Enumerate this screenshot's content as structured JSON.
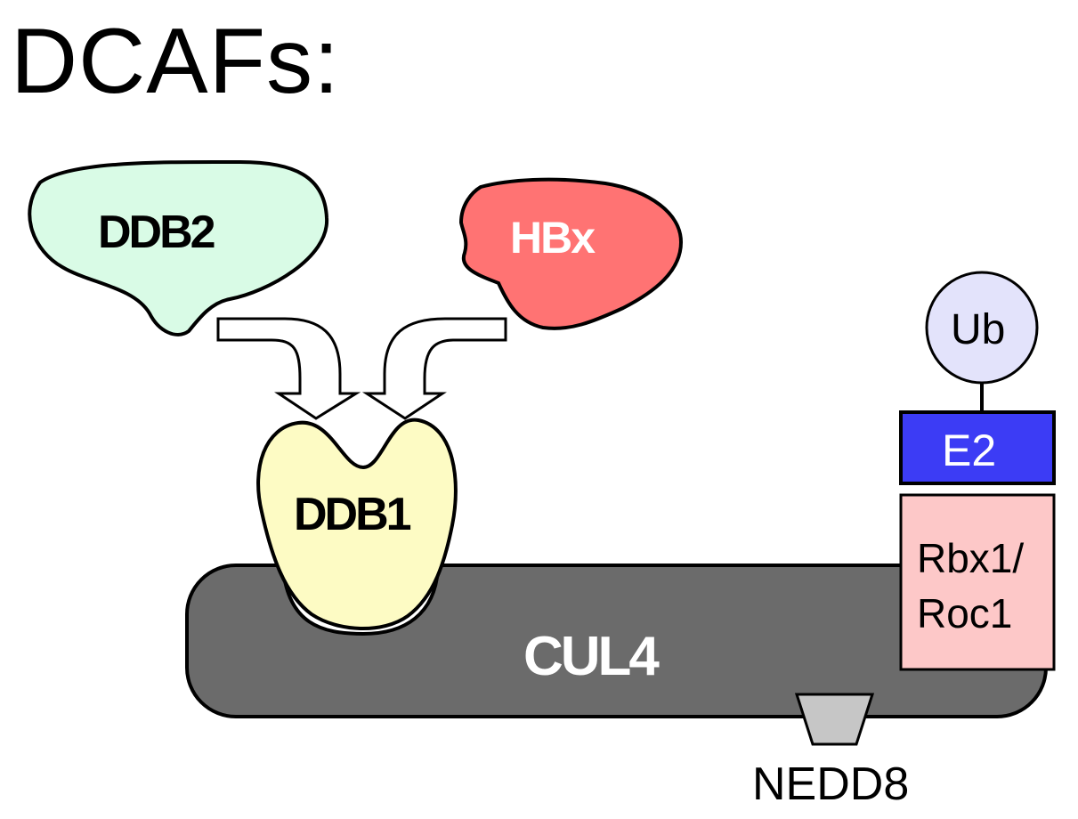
{
  "title": "DCAFs:",
  "labels": {
    "ddb2": "DDB2",
    "hbx": "HBx",
    "ddb1": "DDB1",
    "cul4": "CUL4",
    "rbx1_line1": "Rbx1/",
    "rbx1_line2": "Roc1",
    "e2": "E2",
    "ub": "Ub",
    "nedd8": "NEDD8"
  },
  "colors": {
    "ddb2_fill": "#d9fbe6",
    "hbx_fill": "#ff7373",
    "ddb1_fill": "#fdfbc4",
    "cul4_fill": "#6b6b6b",
    "rbx1_fill": "#fdc8c8",
    "e2_fill": "#3c3cf5",
    "ub_fill": "#e3e3fb",
    "nedd8_fill": "#c6c6c6"
  }
}
